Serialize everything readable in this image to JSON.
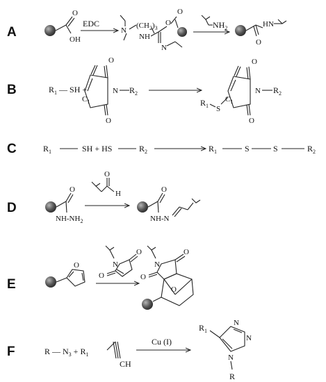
{
  "reactions": [
    {
      "id": "A",
      "label": "A",
      "reagent_left": "EDC",
      "atoms_intermediate": [
        "N",
        "(CH",
        "2",
        ")",
        "3",
        "O",
        "O",
        "NH",
        "N"
      ],
      "amine": "NH",
      "amine_sub": "2",
      "product_left_oh": "OH",
      "product_hn": "HN",
      "product_o": "O",
      "start_o": "O"
    },
    {
      "id": "B",
      "label": "B",
      "r1": "R",
      "r1_sub": "1",
      "sh_plus": "— SH +",
      "n_r2": "N",
      "r2": "R",
      "r2_sub": "2",
      "c1": "C",
      "c1_sub": "1",
      "o": "O",
      "s": "S"
    },
    {
      "id": "C",
      "label": "C",
      "r1": "R",
      "r1_sub": "1",
      "middle": "SH + HS",
      "r2": "R",
      "r2_sub": "2",
      "s": "S"
    },
    {
      "id": "D",
      "label": "D",
      "aldehyde_o": "O",
      "aldehyde_h": "H",
      "hydrazide": "NH-NH",
      "hydrazide_sub": "2",
      "hydrazone": "NH-N",
      "o": "O"
    },
    {
      "id": "E",
      "label": "E",
      "o": "O",
      "n": "N"
    },
    {
      "id": "F",
      "label": "F",
      "azide_left": "R — N",
      "azide_sub": "3",
      "plus_r1": "+ R",
      "r1_sub": "1",
      "alkyne_ch": "CH",
      "catalyst": "Cu (I)",
      "n": "N",
      "r": "R",
      "r1": "R"
    }
  ],
  "colors": {
    "ink": "#222222",
    "bead_dark": "#3a3a3a",
    "bead_light": "#9a9a9a"
  }
}
